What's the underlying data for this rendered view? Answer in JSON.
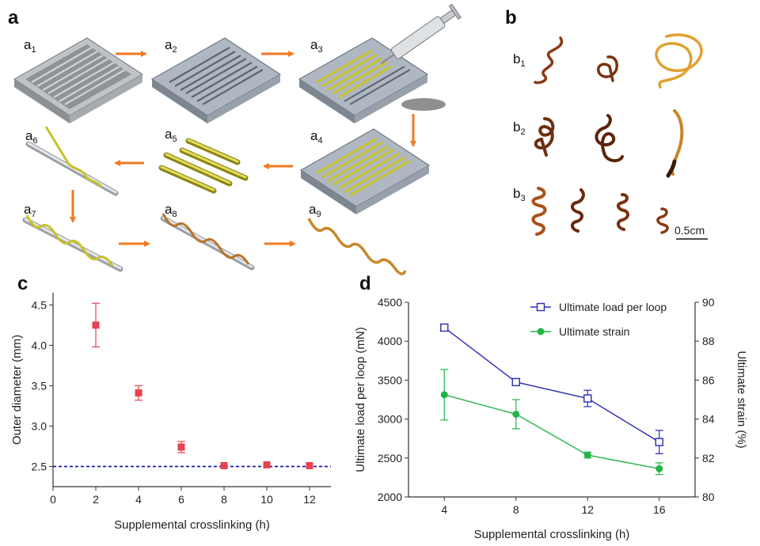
{
  "panels": {
    "a": {
      "label": "a",
      "steps": [
        {
          "letter": "a",
          "index": "1"
        },
        {
          "letter": "a",
          "index": "2"
        },
        {
          "letter": "a",
          "index": "3"
        },
        {
          "letter": "a",
          "index": "4"
        },
        {
          "letter": "a",
          "index": "5"
        },
        {
          "letter": "a",
          "index": "6"
        },
        {
          "letter": "a",
          "index": "7"
        },
        {
          "letter": "a",
          "index": "8"
        },
        {
          "letter": "a",
          "index": "9"
        }
      ]
    },
    "b": {
      "label": "b",
      "rows": [
        {
          "letter": "b",
          "index": "1"
        },
        {
          "letter": "b",
          "index": "2"
        },
        {
          "letter": "b",
          "index": "3"
        }
      ],
      "scale_bar": "0.5cm"
    },
    "c": {
      "label": "c"
    },
    "d": {
      "label": "d"
    }
  },
  "colors": {
    "arrow": "#f07a22",
    "mold": "#9aa0a6",
    "fiber": "#c8c22a",
    "marker_c": "#e8414f",
    "ref_line": "#1a1aa8",
    "series_load": "#2b2bb8",
    "series_strain": "#22b44a"
  },
  "chart_data": [
    {
      "type": "scatter",
      "panel": "c",
      "xlabel": "Supplemental crosslinking (h)",
      "ylabel": "Outer diameter (mm)",
      "xlim": [
        0,
        13
      ],
      "ylim": [
        2.25,
        4.65
      ],
      "xticks": [
        0,
        2,
        4,
        6,
        8,
        10,
        12
      ],
      "yticks": [
        2.5,
        3.0,
        3.5,
        4.0,
        4.5
      ],
      "ytick_labels": [
        "2.5",
        "3.0",
        "3.5",
        "4.0",
        "4.5"
      ],
      "series": [
        {
          "x": [
            2,
            4,
            6,
            8,
            10,
            12
          ],
          "y": [
            4.25,
            3.41,
            2.74,
            2.51,
            2.52,
            2.51
          ],
          "err": [
            0.27,
            0.09,
            0.07,
            0.0,
            0.0,
            0.0
          ]
        }
      ],
      "reference_line": {
        "y": 2.5,
        "style": "dashed"
      }
    },
    {
      "type": "line",
      "panel": "d",
      "xlabel": "Supplemental crosslinking (h)",
      "ylabel": "Ultimate load per loop (mN)",
      "y2label": "Ultimate strain (%)",
      "x": [
        4,
        8,
        12,
        16
      ],
      "xticks": [
        4,
        8,
        12,
        16
      ],
      "xlim": [
        2,
        18
      ],
      "ylim": [
        2000,
        4500
      ],
      "yticks": [
        2000,
        2500,
        3000,
        3500,
        4000,
        4500
      ],
      "y2lim": [
        80,
        90
      ],
      "y2ticks": [
        80,
        82,
        84,
        86,
        88,
        90
      ],
      "legend_position": "top-right",
      "series": [
        {
          "name": "Ultimate load per loop",
          "axis": "left",
          "marker": "open-square",
          "values": [
            4175,
            3475,
            3265,
            2705
          ],
          "err": [
            45,
            40,
            105,
            150
          ]
        },
        {
          "name": "Ultimate strain",
          "axis": "right",
          "marker": "filled-circle",
          "values": [
            85.25,
            84.25,
            82.15,
            81.45
          ],
          "err": [
            1.3,
            0.75,
            0.15,
            0.3
          ]
        }
      ]
    }
  ]
}
